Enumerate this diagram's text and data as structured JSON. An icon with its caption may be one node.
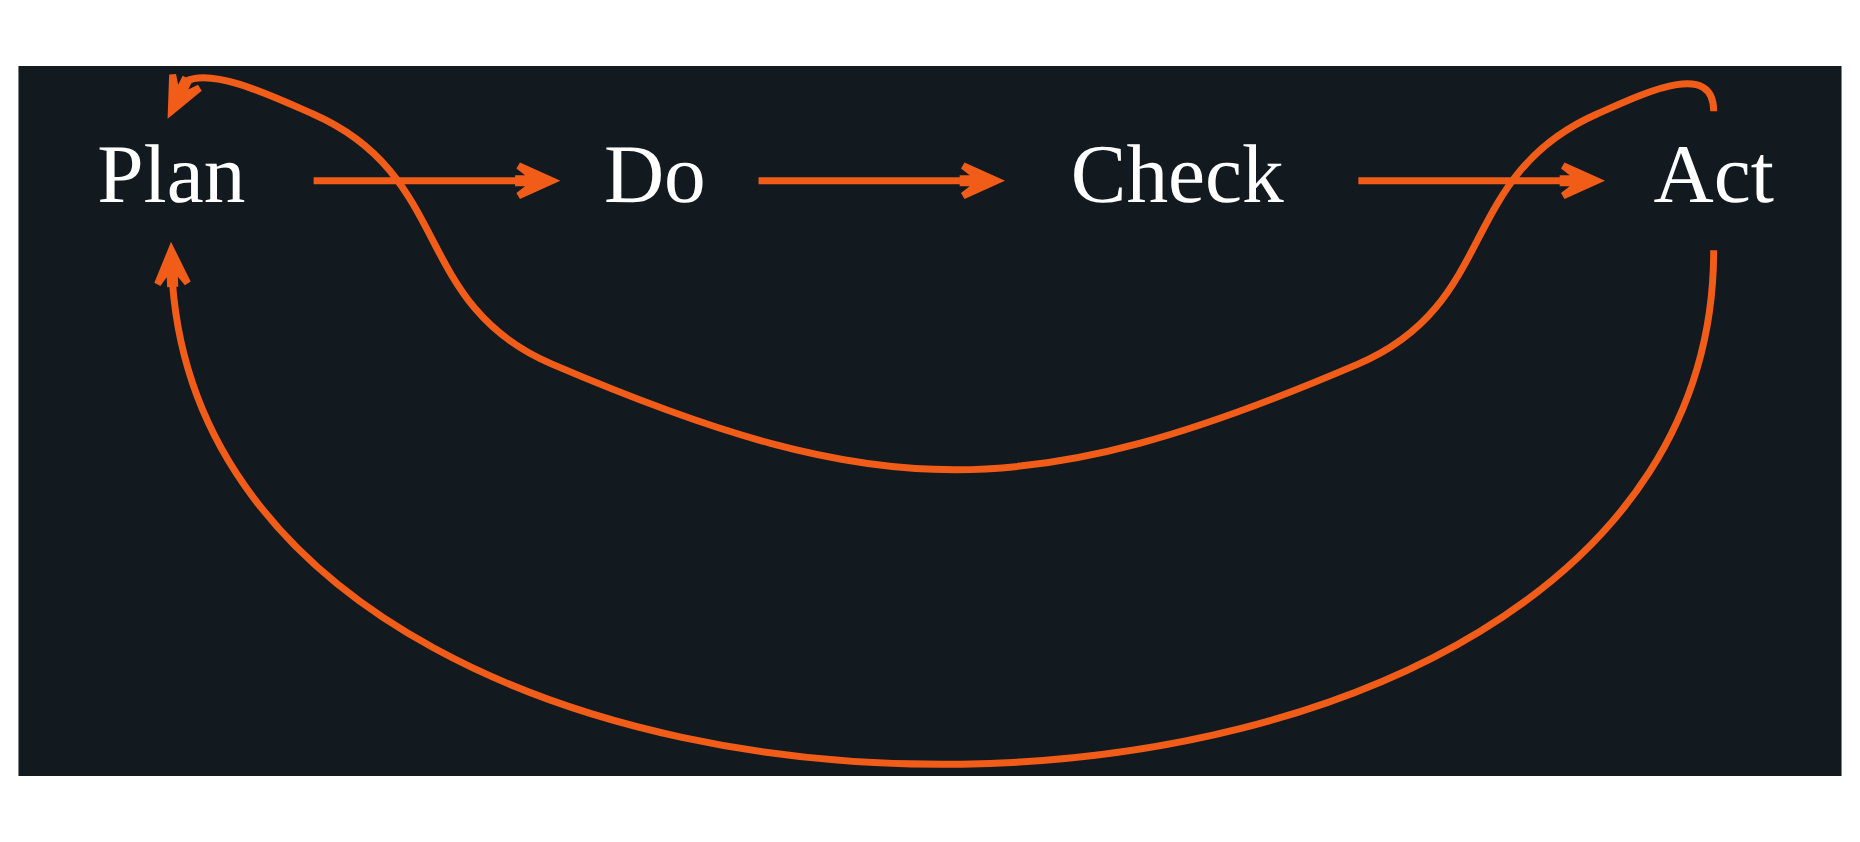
{
  "diagram": {
    "nodes": [
      {
        "text": [
          "Plan"
        ]
      },
      {
        "text": [
          "Do"
        ]
      },
      {
        "text": [
          "Check"
        ]
      },
      {
        "text": [
          "Act"
        ]
      }
    ],
    "edges": [
      {
        "from": 0,
        "to": 1,
        "arrow": "to"
      },
      {
        "from": 1,
        "to": 2,
        "arrow": "to"
      },
      {
        "from": 2,
        "to": 3,
        "arrow": "to"
      },
      {
        "from": 3,
        "to": 0,
        "arrow": "to"
      },
      {
        "from": 3,
        "to": 0,
        "arrow": "to"
      }
    ]
  }
}
